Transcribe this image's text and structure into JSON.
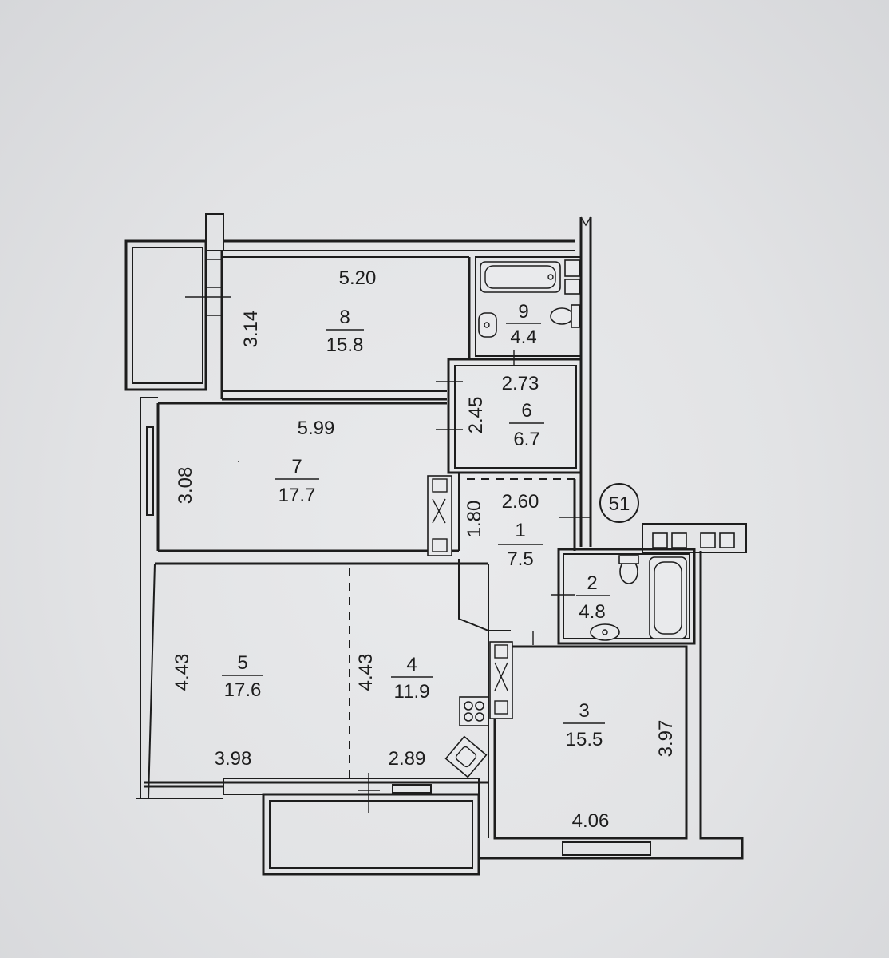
{
  "apartment_number": "51",
  "rooms": [
    {
      "id": "room-1",
      "number": "1",
      "area": "7.5"
    },
    {
      "id": "room-2",
      "number": "2",
      "area": "4.8"
    },
    {
      "id": "room-3",
      "number": "3",
      "area": "15.5"
    },
    {
      "id": "room-4",
      "number": "4",
      "area": "11.9"
    },
    {
      "id": "room-5",
      "number": "5",
      "area": "17.6"
    },
    {
      "id": "room-6",
      "number": "6",
      "area": "6.7"
    },
    {
      "id": "room-7",
      "number": "7",
      "area": "17.7"
    },
    {
      "id": "room-8",
      "number": "8",
      "area": "15.8"
    },
    {
      "id": "room-9",
      "number": "9",
      "area": "4.4"
    }
  ],
  "dimensions": {
    "room8_width": "5.20",
    "room8_depth": "3.14",
    "room6_width": "2.73",
    "room6_depth": "2.45",
    "room7_width": "5.99",
    "room7_depth": "3.08",
    "room1_width": "2.60",
    "room1_depth": "1.80",
    "room5_depth": "4.43",
    "room4_depth": "4.43",
    "room5_width": "3.98",
    "room4_width": "2.89",
    "room3_depth": "3.97",
    "room3_width": "4.06"
  }
}
